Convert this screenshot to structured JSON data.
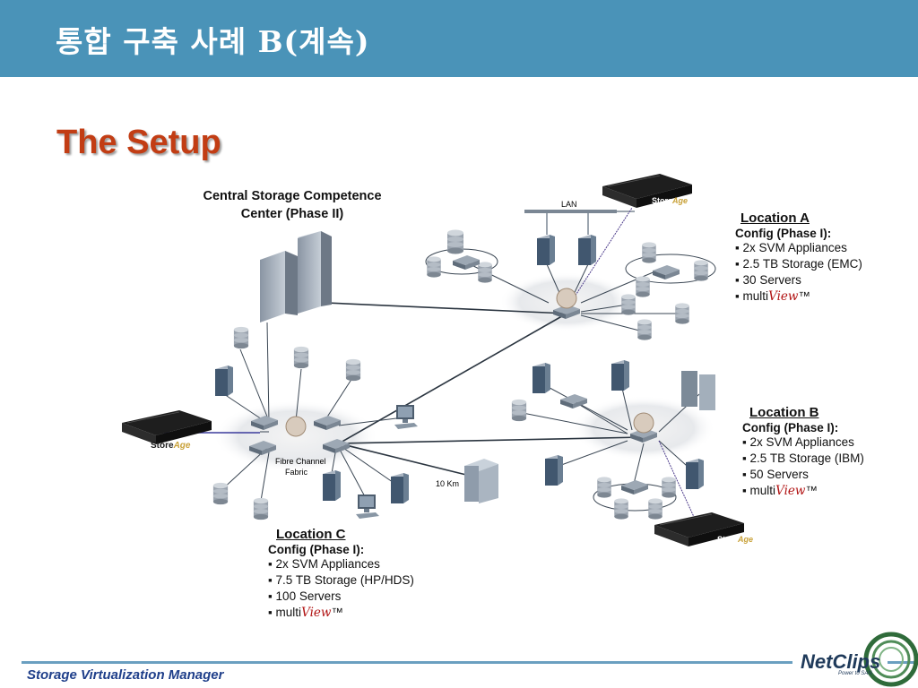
{
  "slide_title": "통합 구축 사례 B(계속)",
  "subtitle": "The Setup",
  "central": {
    "line1": "Central Storage Competence",
    "line2": "Center (Phase II)"
  },
  "labels": {
    "lan": "LAN",
    "fabric_line1": "Fibre Channel",
    "fabric_line2": "Fabric",
    "distance": "10 Km",
    "storeage": "Store",
    "storeage_script": "Age"
  },
  "locations": [
    {
      "id": "a",
      "title": "Location A",
      "config": "Config (Phase I):",
      "items": [
        "2x SVM Appliances",
        "2.5 TB Storage (EMC)",
        "30 Servers"
      ],
      "multi": "multi",
      "view": "View",
      "tm": "™"
    },
    {
      "id": "b",
      "title": "Location B",
      "config": "Config (Phase I):",
      "items": [
        "2x SVM Appliances",
        "2.5 TB Storage (IBM)",
        "50 Servers"
      ],
      "multi": "multi",
      "view": "View",
      "tm": "™"
    },
    {
      "id": "c",
      "title": "Location C",
      "config": "Config (Phase I):",
      "items": [
        "2x SVM Appliances",
        "7.5 TB Storage (HP/HDS)",
        "100 Servers"
      ],
      "multi": "multi",
      "view": "View",
      "tm": "™"
    }
  ],
  "footer": "Storage Virtualization Manager",
  "logo": {
    "name": "NetClips",
    "tagline": "Power to SAN"
  },
  "colors": {
    "header": "#4a93b8",
    "subtitle": "#c23d14",
    "footer_text": "#1f3f8a"
  }
}
